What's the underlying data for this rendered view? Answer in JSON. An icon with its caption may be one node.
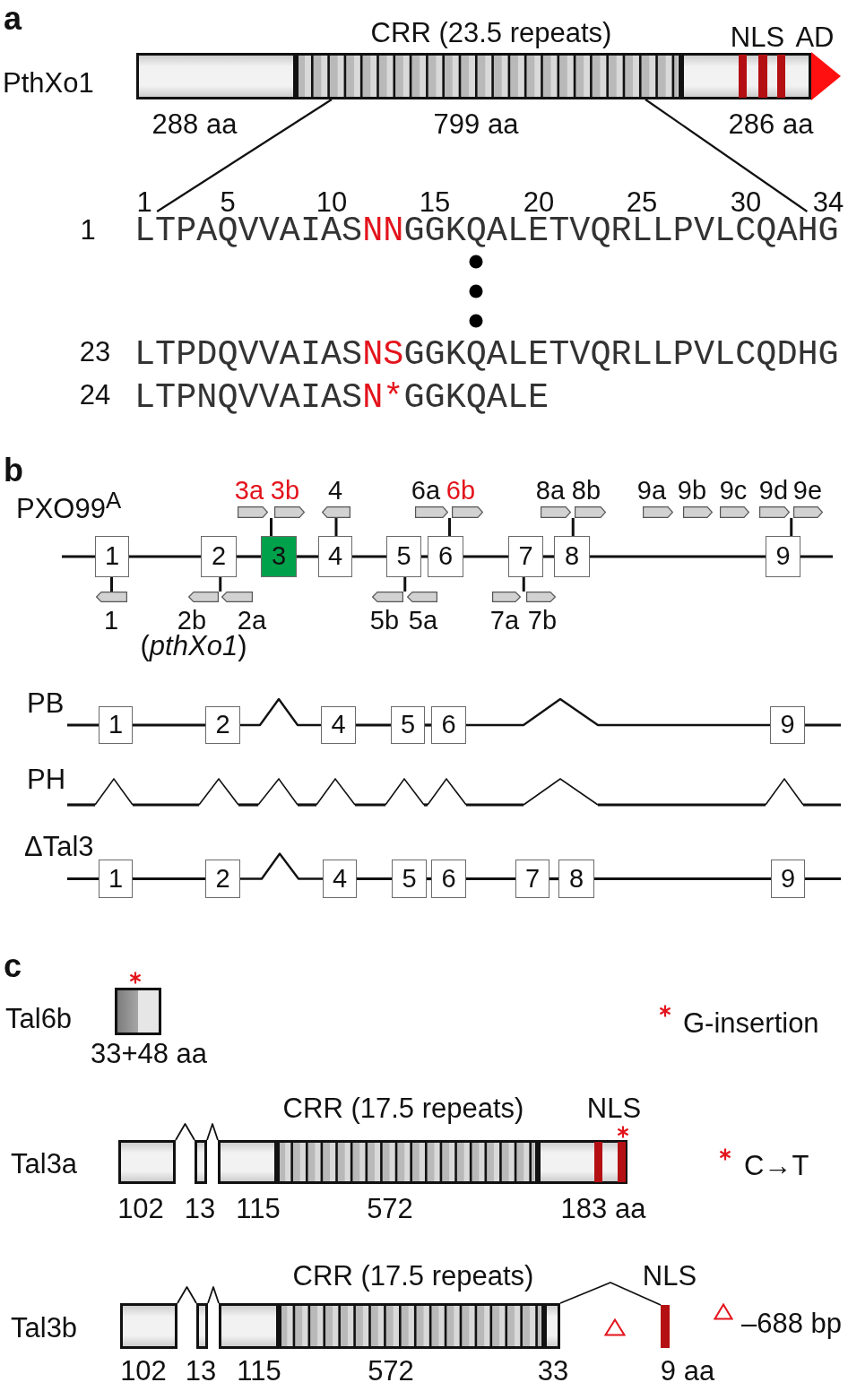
{
  "diagram": {
    "nodes": [
      {
        "text": [],
        "shape": "bar",
        "beside": [
          "288 aa"
        ]
      },
      {
        "text": [
          "CRR (23.5 repeats)"
        ],
        "beside": [
          "799 aa"
        ]
      },
      {
        "text": [],
        "shape": "bar",
        "beside": [
          "286 aa"
        ]
      },
      {
        "text": [
          "NLS"
        ]
      },
      {
        "text": [
          "AD"
        ]
      },
      {
        "text": [
          "LTPAQVVAIASNNGGKQALETVQRLLPVLCQAHG",
          "LTPDQVVAIASNSGGKQALETVQRLLPVLCQDHG",
          "LTPNQVVAIASN*GGKQALE"
        ],
        "beside": [
          "1",
          "5",
          "10",
          "15",
          "20",
          "25",
          "30",
          "34",
          "1",
          "23",
          "24"
        ]
      },
      {
        "text": [
          "3a"
        ]
      },
      {
        "text": [
          "3b"
        ]
      },
      {
        "text": [
          "4"
        ]
      },
      {
        "text": [
          "6a"
        ]
      },
      {
        "text": [
          "6b"
        ]
      },
      {
        "text": [
          "8a"
        ]
      },
      {
        "text": [
          "8b"
        ]
      },
      {
        "text": [
          "9a"
        ]
      },
      {
        "text": [
          "9b"
        ]
      },
      {
        "text": [
          "9c"
        ]
      },
      {
        "text": [
          "9d"
        ]
      },
      {
        "text": [
          "9e"
        ]
      },
      {
        "text": [
          "1"
        ]
      },
      {
        "text": [
          "2"
        ]
      },
      {
        "text": [
          "3"
        ]
      },
      {
        "text": [
          "4"
        ]
      },
      {
        "text": [
          "5"
        ]
      },
      {
        "text": [
          "6"
        ]
      },
      {
        "text": [
          "7"
        ]
      },
      {
        "text": [
          "8"
        ]
      },
      {
        "text": [
          "9"
        ]
      },
      {
        "text": [
          "1"
        ]
      },
      {
        "text": [
          "2b"
        ],
        "beside": [
          "(*pthXo1*)"
        ]
      },
      {
        "text": [
          "2a"
        ]
      },
      {
        "text": [
          "5b"
        ]
      },
      {
        "text": [
          "5a"
        ]
      },
      {
        "text": [
          "7a"
        ]
      },
      {
        "text": [
          "7b"
        ]
      },
      {
        "text": [
          "1"
        ]
      },
      {
        "text": [
          "2"
        ]
      },
      {
        "text": [
          "4"
        ]
      },
      {
        "text": [
          "5"
        ]
      },
      {
        "text": [
          "6"
        ]
      },
      {
        "text": [
          "9"
        ]
      },
      {
        "text": [
          "1"
        ]
      },
      {
        "text": [
          "2"
        ]
      },
      {
        "text": [
          "4"
        ]
      },
      {
        "text": [
          "5"
        ]
      },
      {
        "text": [
          "6"
        ]
      },
      {
        "text": [
          "7"
        ]
      },
      {
        "text": [
          "8"
        ]
      },
      {
        "text": [
          "9"
        ]
      },
      {
        "text": [],
        "shape": "box",
        "beside": [
          "33+48 aa"
        ]
      },
      {
        "text": [],
        "shape": "bar",
        "beside": [
          "102"
        ]
      },
      {
        "text": [],
        "shape": "bar",
        "beside": [
          "13"
        ]
      },
      {
        "text": [],
        "shape": "bar",
        "beside": [
          "115"
        ]
      },
      {
        "text": [
          "CRR (17.5 repeats)"
        ],
        "beside": [
          "572"
        ]
      },
      {
        "text": [],
        "shape": "bar",
        "beside": [
          "183 aa"
        ]
      },
      {
        "text": [
          "NLS"
        ]
      },
      {
        "text": [],
        "shape": "bar",
        "beside": [
          "102"
        ]
      },
      {
        "text": [],
        "shape": "bar",
        "beside": [
          "13"
        ]
      },
      {
        "text": [],
        "shape": "bar",
        "beside": [
          "115"
        ]
      },
      {
        "text": [
          "CRR (17.5 repeats)"
        ],
        "beside": [
          "572"
        ]
      },
      {
        "text": [],
        "shape": "bar",
        "beside": [
          "33"
        ]
      },
      {
        "text": [
          "NLS"
        ],
        "beside": [
          "9 aa"
        ]
      }
    ],
    "edges": [
      {
        "from": 1,
        "to": 5,
        "arrow": "none"
      },
      {
        "from": 1,
        "to": 5,
        "arrow": "none"
      },
      {
        "from": 20,
        "to": 6,
        "arrow": "none"
      },
      {
        "from": 20,
        "to": 7,
        "arrow": "none"
      },
      {
        "from": 21,
        "to": 8,
        "arrow": "none"
      },
      {
        "from": 23,
        "to": 9,
        "arrow": "none"
      },
      {
        "from": 23,
        "to": 10,
        "arrow": "none"
      },
      {
        "from": 25,
        "to": 11,
        "arrow": "none"
      },
      {
        "from": 25,
        "to": 12,
        "arrow": "none"
      },
      {
        "from": 26,
        "to": 16,
        "arrow": "none"
      },
      {
        "from": 26,
        "to": 17,
        "arrow": "none"
      },
      {
        "from": 18,
        "to": 27,
        "arrow": "none"
      },
      {
        "from": 19,
        "to": 28,
        "arrow": "none"
      },
      {
        "from": 19,
        "to": 29,
        "arrow": "none"
      },
      {
        "from": 22,
        "to": 30,
        "arrow": "none"
      },
      {
        "from": 22,
        "to": 31,
        "arrow": "none"
      },
      {
        "from": 24,
        "to": 32,
        "arrow": "none"
      },
      {
        "from": 24,
        "to": 33,
        "arrow": "none"
      },
      {
        "from": 49,
        "to": 50,
        "arrow": "none"
      },
      {
        "from": 50,
        "to": 51,
        "arrow": "none"
      },
      {
        "from": 55,
        "to": 56,
        "arrow": "none"
      },
      {
        "from": 56,
        "to": 57,
        "arrow": "none"
      },
      {
        "from": 59,
        "to": 60,
        "arrow": "none"
      },
      {
        "from": null,
        "to": 18,
        "arrow": "none"
      },
      {
        "from": 18,
        "to": 19,
        "arrow": "none"
      },
      {
        "from": 19,
        "to": 20,
        "arrow": "none"
      },
      {
        "from": 20,
        "to": 21,
        "arrow": "none"
      },
      {
        "from": 21,
        "to": 22,
        "arrow": "none"
      },
      {
        "from": 22,
        "to": 23,
        "arrow": "none"
      },
      {
        "from": 23,
        "to": 24,
        "arrow": "none"
      },
      {
        "from": 24,
        "to": 25,
        "arrow": "none"
      },
      {
        "from": 25,
        "to": 26,
        "arrow": "none"
      },
      {
        "from": 26,
        "to": null,
        "arrow": "none"
      },
      {
        "from": null,
        "to": 34,
        "arrow": "none"
      },
      {
        "from": 34,
        "to": 35,
        "arrow": "none"
      },
      {
        "from": 35,
        "to": 36,
        "arrow": "none"
      },
      {
        "from": 36,
        "to": 37,
        "arrow": "none"
      },
      {
        "from": 37,
        "to": 38,
        "arrow": "none"
      },
      {
        "from": 38,
        "to": 39,
        "arrow": "none"
      },
      {
        "from": 39,
        "to": null,
        "arrow": "none"
      },
      {
        "from": null,
        "to": 40,
        "arrow": "none"
      },
      {
        "from": 40,
        "to": 41,
        "arrow": "none"
      },
      {
        "from": 41,
        "to": 42,
        "arrow": "none"
      },
      {
        "from": 42,
        "to": 43,
        "arrow": "none"
      },
      {
        "from": 43,
        "to": 44,
        "arrow": "none"
      },
      {
        "from": 44,
        "to": 45,
        "arrow": "none"
      },
      {
        "from": 45,
        "to": 46,
        "arrow": "none"
      },
      {
        "from": 46,
        "to": 47,
        "arrow": "none"
      },
      {
        "from": 47,
        "to": null,
        "arrow": "none"
      }
    ],
    "labels": [
      "a",
      "PthXo1",
      "b",
      "PXO99$^{A}$",
      "PB",
      "PH",
      "ΔTal3",
      "c",
      "Tal6b",
      "Tal3a",
      "Tal3b"
    ],
    "legend": [
      {
        "text": "G-insertion"
      },
      {
        "text": "C→T"
      },
      {
        "text": "–688 bp"
      }
    ]
  }
}
